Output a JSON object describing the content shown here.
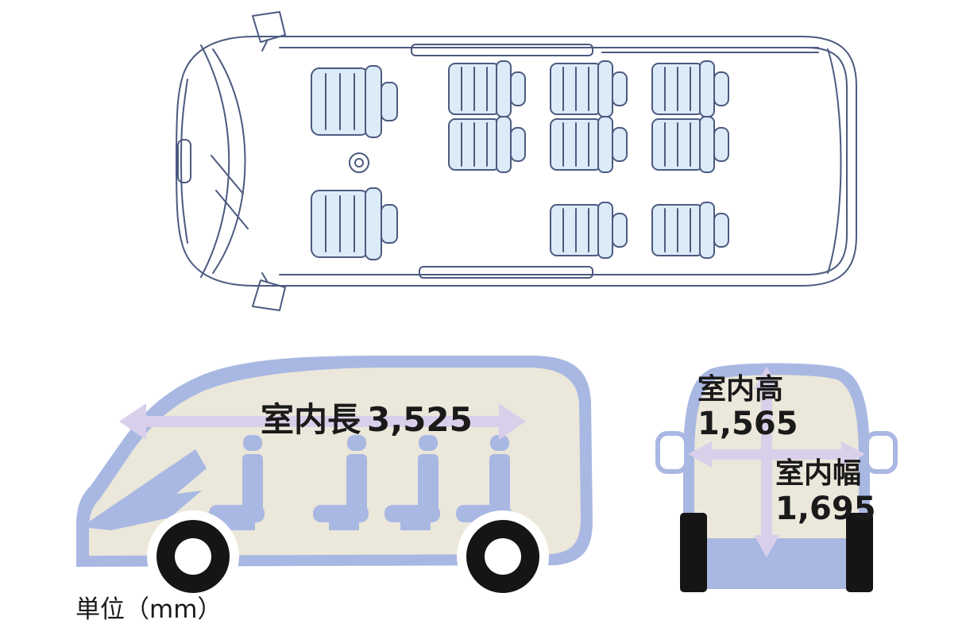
{
  "diagram": {
    "unit_label": "単位（mm）",
    "interior_length": {
      "label": "室内長",
      "value": "3,525"
    },
    "interior_height": {
      "label": "室内高",
      "value": "1,565"
    },
    "interior_width": {
      "label": "室内幅",
      "value": "1,695"
    }
  },
  "colors": {
    "line": "#4c5a80",
    "seat_fill": "#dcebf8",
    "silhouette": "#a9b8e2",
    "interior": "#ebe7da",
    "arrow": "#dacfeb",
    "text": "#1a1a1a"
  }
}
